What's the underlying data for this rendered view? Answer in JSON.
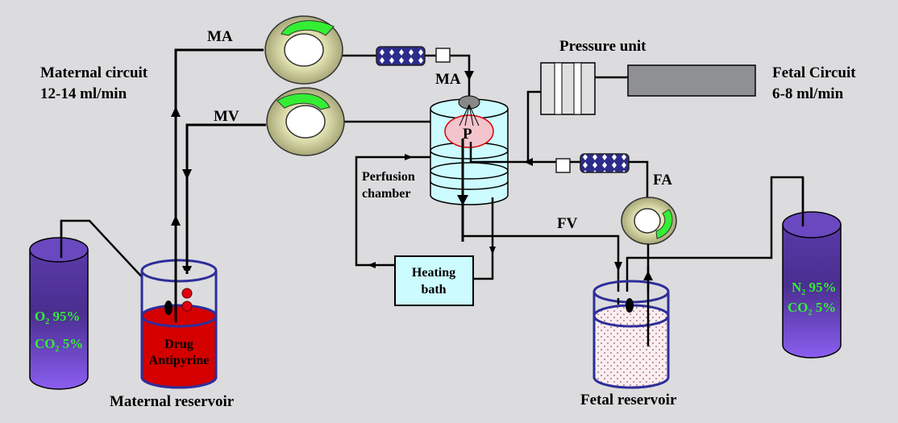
{
  "diagram": {
    "title": "Placental perfusion setup",
    "labels": {
      "maternal_circuit": "Maternal circuit",
      "maternal_rate": "12-14 ml/min",
      "fetal_circuit": "Fetal Circuit",
      "fetal_rate": "6-8 ml/min",
      "pressure_unit": "Pressure unit",
      "ma_pump": "MA",
      "mv_pump": "MV",
      "ma_inlet": "MA",
      "fa": "FA",
      "fv": "FV",
      "perfusion_line1": "Perfusion",
      "perfusion_line2": "chamber",
      "heating_line1": "Heating",
      "heating_line2": "bath",
      "placenta": "P",
      "drug_line1": "Drug",
      "drug_line2": "Antipyrine",
      "maternal_reservoir": "Maternal reservoir",
      "fetal_reservoir": "Fetal reservoir"
    },
    "maternal_gas": {
      "line1_base": "O",
      "line1_sub": "2",
      "line1_value": " 95%",
      "line2_base": "CO",
      "line2_sub": "2",
      "line2_value": " 5%"
    },
    "fetal_gas": {
      "line1_base": "N",
      "line1_sub": "2",
      "line1_value": " 95%",
      "line2_base": "CO",
      "line2_sub": "2",
      "line2_value": " 5%"
    },
    "colors": {
      "background": "#dcdcde",
      "gas_cylinder": "#7a4fd6",
      "gas_text": "#33ee33",
      "maternal_fluid": "#d40000",
      "reservoir_outline": "#2e2e9a",
      "chamber_fill": "#ccfcff",
      "placenta_fill": "#f2c4cc",
      "pump_body": "#c8c89a",
      "pump_arrow": "#33ee33",
      "filter_fill": "#2c2c8a"
    }
  }
}
